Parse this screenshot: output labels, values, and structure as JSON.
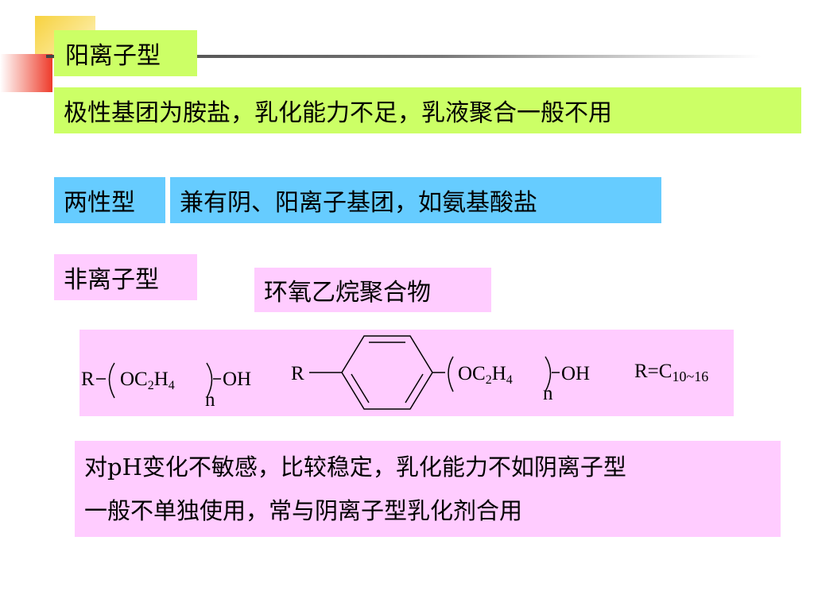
{
  "slide": {
    "title": "阳离子型",
    "cationic_desc": "极性基团为胺盐，乳化能力不足，乳液聚合一般不用",
    "amphoteric_label": "两性型",
    "amphoteric_desc": "兼有阴、阳离子基团，如氨基酸盐",
    "nonionic_label": "非离子型",
    "peo_label": "环氧乙烷聚合物",
    "notes": [
      "对pH变化不敏感，比较稳定，乳化能力不如阴离子型",
      "一般不单独使用，常与阴离子型乳化剂合用"
    ]
  },
  "formula": {
    "f1": {
      "r": "R",
      "oc": "OC",
      "sub2": "2",
      "h": "H",
      "sub4": "4",
      "oh": "OH",
      "n": "n"
    },
    "f2": {
      "r": "R",
      "oc": "OC",
      "sub2": "2",
      "h": "H",
      "sub4": "4",
      "oh": "OH",
      "n": "n"
    },
    "r_def": {
      "prefix": "R=C",
      "sub": "10~16"
    }
  },
  "colors": {
    "green_box": "#ccff66",
    "blue_box": "#66ccff",
    "pink_box": "#ffccff",
    "deco_yellow": "#f7d23f",
    "deco_red": "#ee3a2a"
  }
}
